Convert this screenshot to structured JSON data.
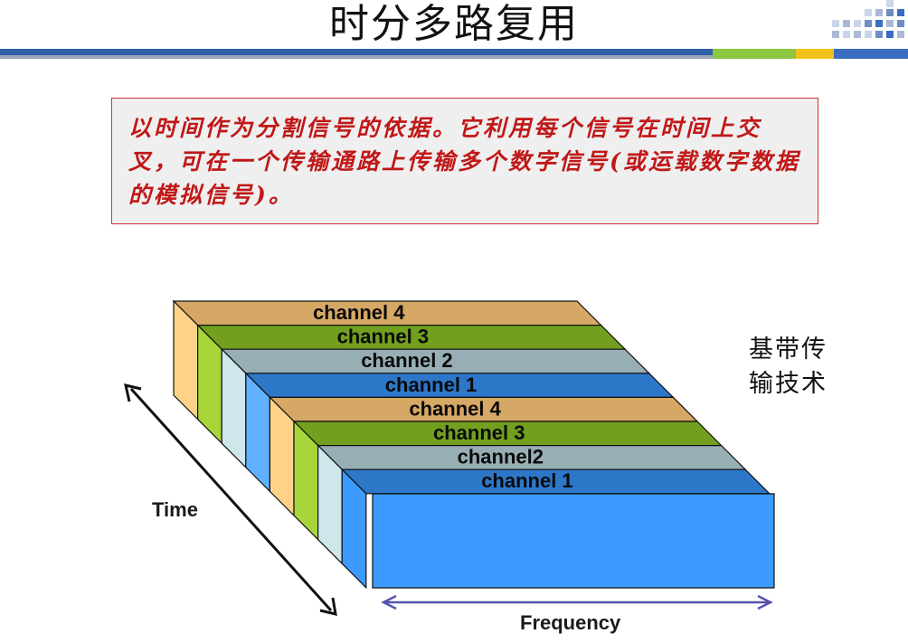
{
  "slide": {
    "title": "时分多路复用",
    "callout": "以时间作为分割信号的依据。它利用每个信号在时间上交叉，可在一个传输通路上传输多个数字信号(或运载数字数据的模拟信号)。",
    "side_label_line1": "基带传",
    "side_label_line2": "输技术"
  },
  "diagram": {
    "time_label": "Time",
    "frequency_label": "Frequency",
    "channels": [
      {
        "label": "channel 4",
        "top": "#d6a865",
        "front": "#ffd28a",
        "order": 0
      },
      {
        "label": "channel 3",
        "top": "#72a01e",
        "front": "#a6d63a",
        "order": 1
      },
      {
        "label": "channel 2",
        "top": "#98aeb5",
        "front": "#cfe6ea",
        "order": 2
      },
      {
        "label": "channel 1",
        "top": "#2d77c9",
        "front": "#5fb0ff",
        "order": 3
      },
      {
        "label": "channel 4",
        "top": "#d6a865",
        "front": "#ffd28a",
        "order": 4
      },
      {
        "label": "channel 3",
        "top": "#72a01e",
        "front": "#a6d63a",
        "order": 5
      },
      {
        "label": "channel2",
        "top": "#98aeb5",
        "front": "#cfe6ea",
        "order": 6
      },
      {
        "label": "channel 1",
        "top": "#2d77c9",
        "front": "#3d9bff",
        "order": 7
      }
    ],
    "colors": {
      "arrow_frequency": "#5555b0",
      "arrow_time": "#111111",
      "front_face": "#3d9bff"
    }
  },
  "header": {
    "colors": {
      "bar": "#2f5fa6",
      "green": "#8dc63f",
      "yellow": "#f2c21b",
      "blue": "#3b6cc0"
    }
  }
}
